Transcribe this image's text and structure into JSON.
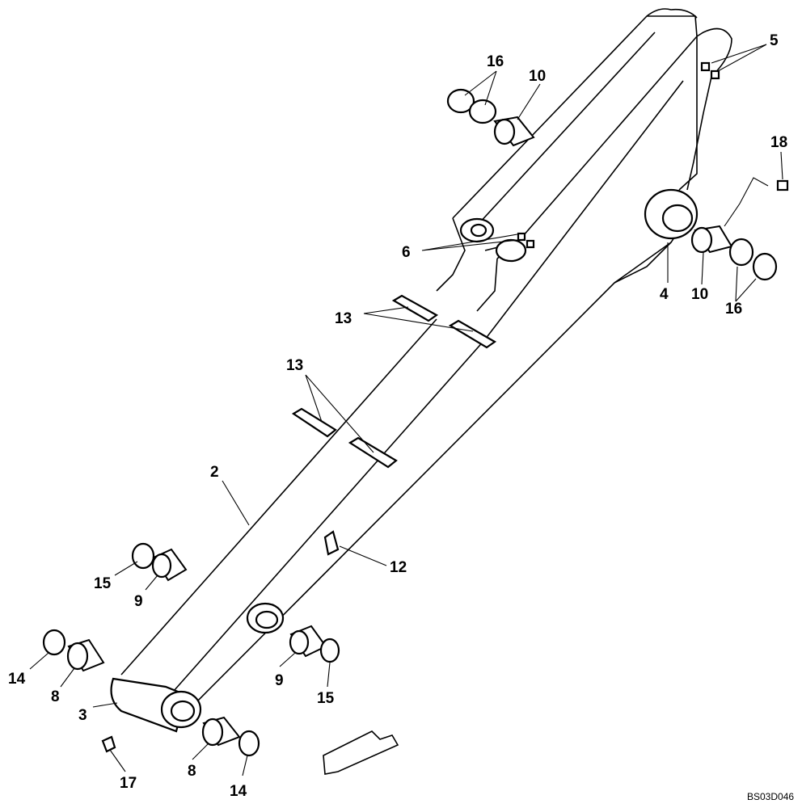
{
  "diagram": {
    "drawing_code": "BS03D046",
    "callouts": [
      {
        "id": "c16a",
        "text": "16"
      },
      {
        "id": "c10a",
        "text": "10"
      },
      {
        "id": "c5",
        "text": "5"
      },
      {
        "id": "c18",
        "text": "18"
      },
      {
        "id": "c6",
        "text": "6"
      },
      {
        "id": "c4",
        "text": "4"
      },
      {
        "id": "c10b",
        "text": "10"
      },
      {
        "id": "c16b",
        "text": "16"
      },
      {
        "id": "c13a",
        "text": "13"
      },
      {
        "id": "c13b",
        "text": "13"
      },
      {
        "id": "c2",
        "text": "2"
      },
      {
        "id": "c12",
        "text": "12"
      },
      {
        "id": "c15a",
        "text": "15"
      },
      {
        "id": "c9a",
        "text": "9"
      },
      {
        "id": "c14a",
        "text": "14"
      },
      {
        "id": "c8a",
        "text": "8"
      },
      {
        "id": "c3",
        "text": "3"
      },
      {
        "id": "c9b",
        "text": "9"
      },
      {
        "id": "c15b",
        "text": "15"
      },
      {
        "id": "c8b",
        "text": "8"
      },
      {
        "id": "c17",
        "text": "17"
      },
      {
        "id": "c14b",
        "text": "14"
      }
    ]
  }
}
